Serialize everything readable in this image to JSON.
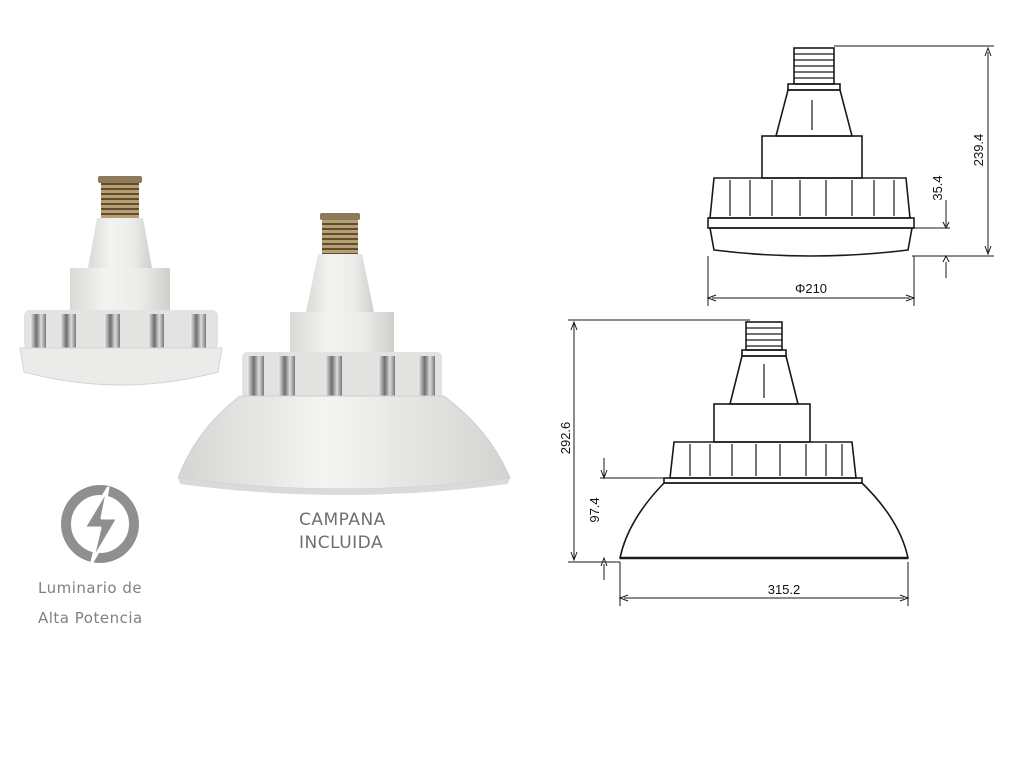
{
  "product_photos": {
    "campana_label_line1": "CAMPANA",
    "campana_label_line2": "INCLUIDA"
  },
  "badge": {
    "icon": "lightning-bolt-icon",
    "line1": "Luminario de",
    "line2": "Alta Potencia"
  },
  "drawing_top": {
    "height_total": "239.4",
    "height_cover": "35.4",
    "diameter": "Φ210"
  },
  "drawing_bottom": {
    "height_total": "292.6",
    "height_bell": "97.4",
    "width": "315.2"
  },
  "colors": {
    "body_white": "#e9e9e7",
    "chrome": "#9a9a9a",
    "outline": "#1a1a1a",
    "label_gray": "#7b7b7b"
  }
}
